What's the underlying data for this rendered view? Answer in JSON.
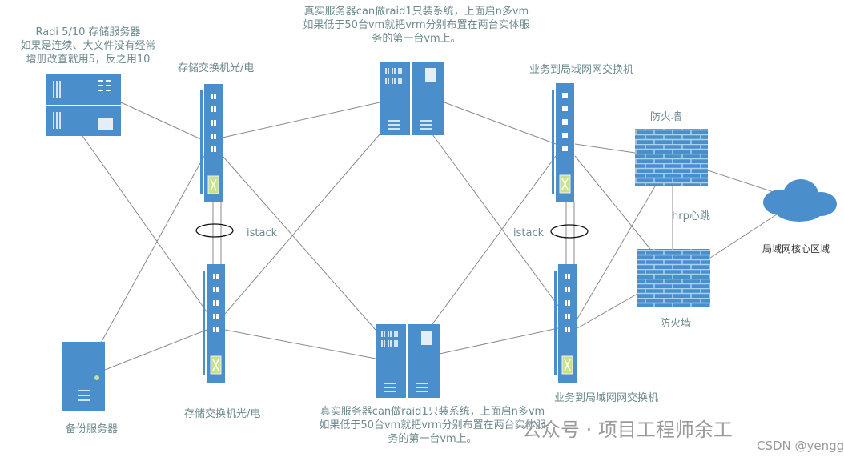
{
  "labels": {
    "storage_server": [
      "Radi 5/10 存储服务器",
      "如果是连续、大文件没有经常",
      "增册改查就用5，反之用10"
    ],
    "storage_switch_top": "存储交换机光/电",
    "storage_switch_bottom": "存储交换机光/电",
    "real_server_top": [
      "真实服务器can做raid1只装系统，上面启n多vm",
      "如果低于50台vm就把vrm分别布置在两台实体服",
      "务的第一台vm上。"
    ],
    "real_server_bottom": [
      "真实服务器can做raid1只装系统，上面启n多vm",
      "如果低于50台vm就把vrm分别布置在两台实体服",
      "务的第一台vm上。"
    ],
    "lan_switch_top": "业务到局域网网交换机",
    "lan_switch_bottom": "业务到局域网网交换机",
    "firewall_top": "防火墙",
    "firewall_bottom": "防火墙",
    "hrp": "hrp心跳",
    "istack_left": "istack",
    "istack_right": "istack",
    "cloud": "局域网核心区域",
    "backup_server": "备份服务器"
  },
  "watermark": "公众号 · 项目工程师余工",
  "csdn": "CSDN @yenggd",
  "colors": {
    "device": "#4a8fcc",
    "line": "#8a8a8a",
    "label": "#6d8a8f"
  }
}
